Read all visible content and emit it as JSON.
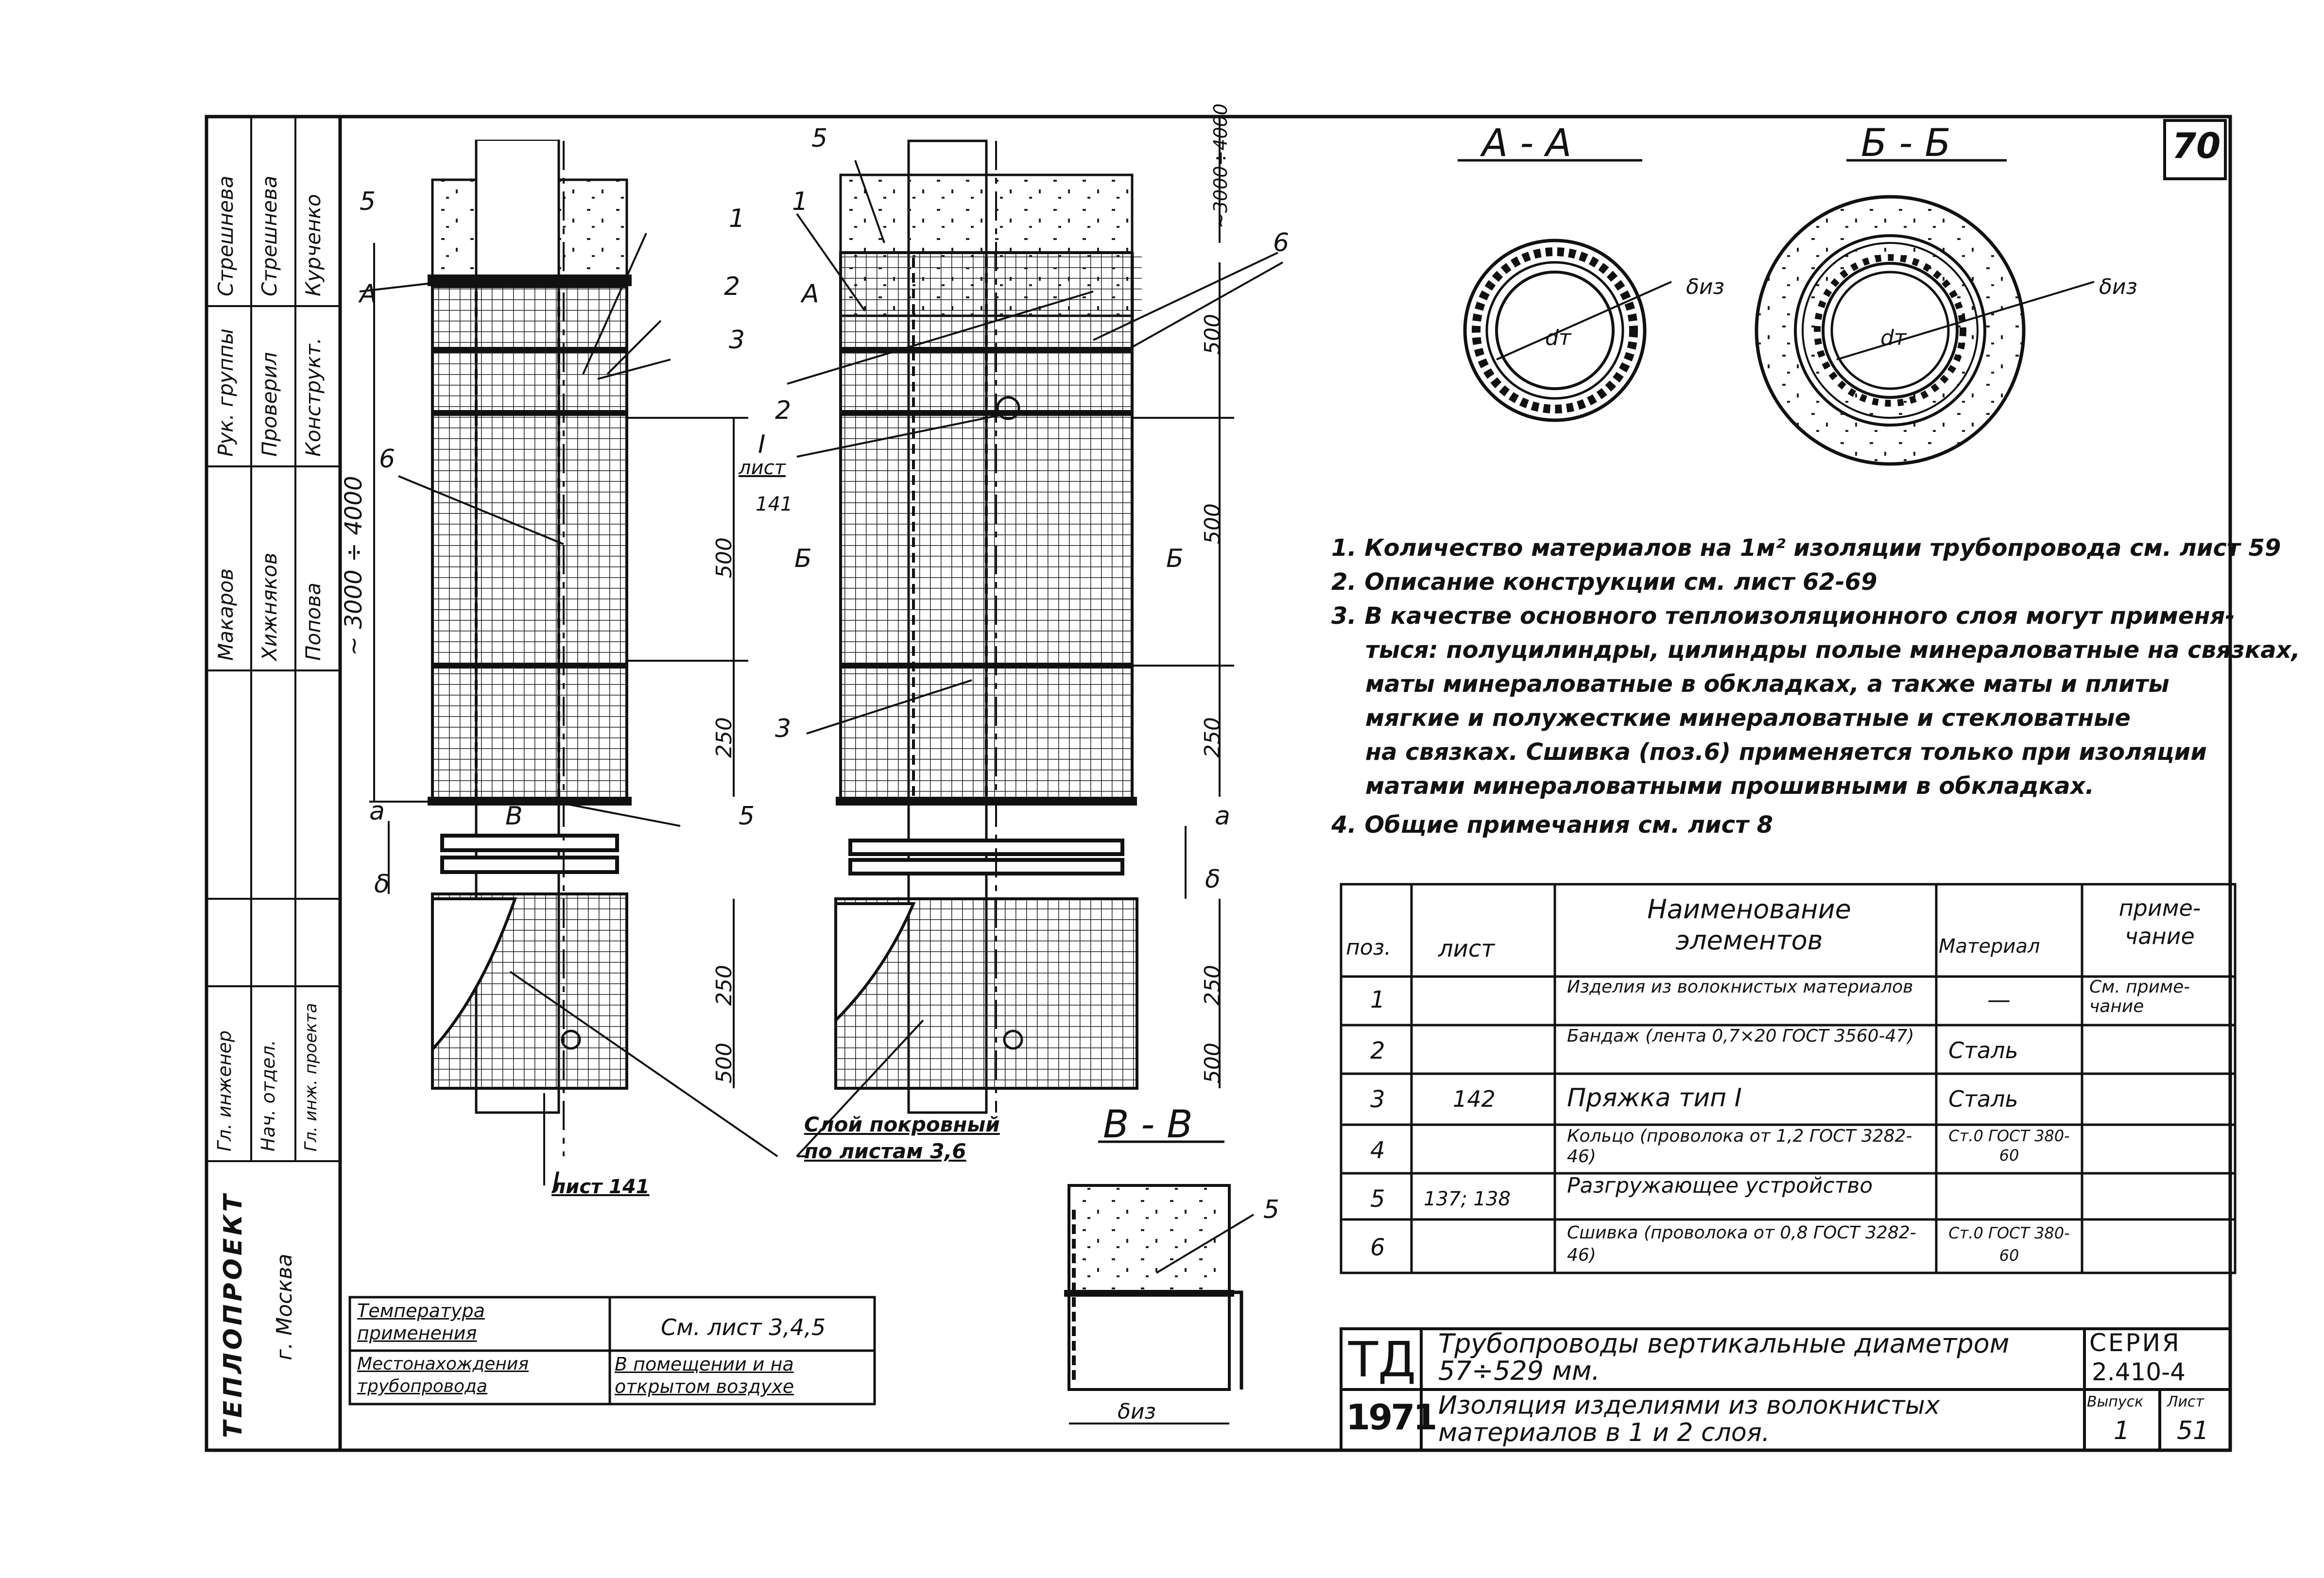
{
  "sheet_number": "70",
  "stamp": {
    "org": "ТЕПЛОПРОЕКТ",
    "city": "г. Москва",
    "roles": [
      "Гл. инженер",
      "Нач. отдел.",
      "Гл. инж. проекта",
      "Рук. группы",
      "Проверил",
      "Конструкт."
    ],
    "names": [
      "Макаров",
      "Хижняков",
      "Попова",
      "Стрешнева",
      "Стрешнева",
      "Курченко"
    ]
  },
  "sections": {
    "aa": "А - А",
    "bb": "Б - Б",
    "vv": "В - В"
  },
  "labels": {
    "A": "А",
    "B": "Б",
    "V": "В",
    "delta_iz": "δиз",
    "d_t": "dт",
    "a": "а",
    "delta": "δ",
    "I": "I",
    "list": "лист",
    "list141": "141",
    "list141_label": "лист 141",
    "cover_layer_1": "Слой покровный",
    "cover_layer_2": "по листам 3,6"
  },
  "callouts": [
    "1",
    "2",
    "3",
    "5",
    "6"
  ],
  "dimensions": {
    "height_range": "~ 3000 ÷ 4000",
    "top_range": "~3000÷4000",
    "d500": "500",
    "d250": "250"
  },
  "notes": [
    "1. Количество материалов на 1м² изоляции трубопровода см. лист 59",
    "2. Описание конструкции см. лист 62-69",
    "3. В качестве основного теплоизоляционного слоя могут применя-",
    "тыся: полуцилиндры, цилиндры полые минераловатные на связках,",
    "маты минераловатные в обкладках, а также маты и плиты",
    "мягкие и полужесткие минераловатные и стекловатные",
    "на связках. Сшивка (поз.6) применяется только при изоляции",
    "матами минераловатными прошивными в обкладках.",
    "4. Общие примечания см. лист 8"
  ],
  "spec_table": {
    "headers": [
      "поз.",
      "лист",
      "Наименование элементов",
      "Материал",
      "приме- чание"
    ],
    "rows": [
      [
        "1",
        "",
        "Изделия из волокнистых материалов",
        "—",
        "См. приме- чание"
      ],
      [
        "2",
        "",
        "Бандаж (лента 0,7×20 ГОСТ 3560-47)",
        "Сталь",
        ""
      ],
      [
        "3",
        "142",
        "Пряжка тип I",
        "Сталь",
        ""
      ],
      [
        "4",
        "",
        "Кольцо (проволока от 1,2 ГОСТ 3282-46)",
        "Ст.0 ГОСТ 380-60",
        ""
      ],
      [
        "5",
        "137; 138",
        "Разгружающее устройство",
        "",
        ""
      ],
      [
        "6",
        "",
        "Сшивка (проволока от 0,8 ГОСТ 3282-46)",
        "Ст.0 ГОСТ 380-60",
        ""
      ]
    ]
  },
  "temp_table": {
    "r1_label": "Температура применения",
    "r1_value": "См. лист 3,4,5",
    "r2_label": "Местонахождения трубопровода",
    "r2_value": "В помещении и на открытом воздухе"
  },
  "title_block": {
    "td": "ТД",
    "year": "1971",
    "title1": "Трубопроводы вертикальные диаметром 57÷529 мм.",
    "title2": "Изоляция изделиями из волокнистых материалов в 1 и 2 слоя.",
    "series_label": "СЕРИЯ",
    "series": "2.410-4",
    "issue_label": "Выпуск",
    "issue": "1",
    "sheet_label": "Лист",
    "sheet": "51"
  }
}
